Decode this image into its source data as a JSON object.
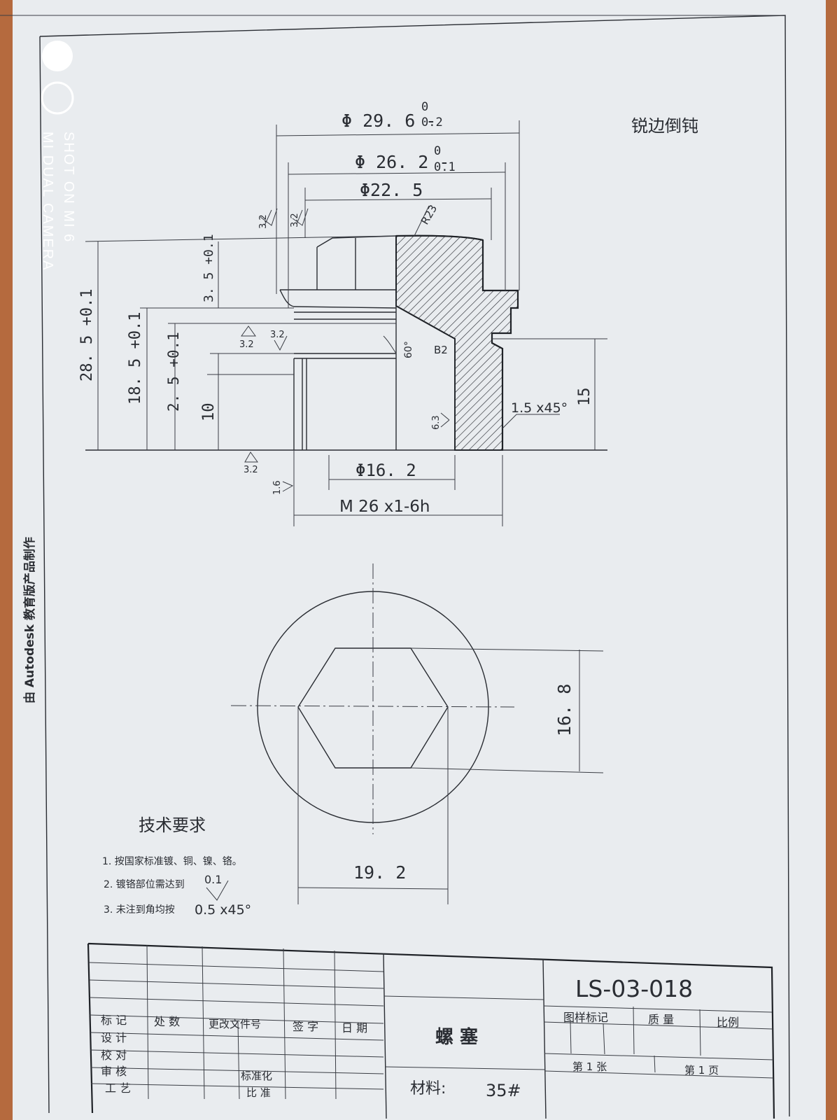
{
  "camera_watermark": "SHOT ON MI 6\nMI DUAL CAMERA",
  "side_note": "由 Autodesk 教育版产品制作",
  "corner_note": "锐边倒钝",
  "dims": {
    "d1": "Φ 29. 6 -",
    "d1_tol_top": "0",
    "d1_tol_bot": "0.2",
    "d2": "Φ 26. 2 -",
    "d2_tol_top": "0",
    "d2_tol_bot": "0.1",
    "d3": "Φ22. 5",
    "r23": "R23",
    "h285": "28. 5 +0.1",
    "h185": "18. 5 +0.1",
    "h25": "2. 5 +0.1",
    "h35": "3. 5 +0.1",
    "h10": "10",
    "h15": "15",
    "ang60": "60°",
    "b2": "B2",
    "chamfer": "1.5 x45°",
    "d162": "Φ16. 2",
    "thread": "M 26 x1-6h",
    "hex_h": "16. 8",
    "hex_w": "19. 2"
  },
  "roughness": [
    "3.2",
    "3.2",
    "3.2",
    "3.2",
    "3.2",
    "6.3",
    "1.6"
  ],
  "tech": {
    "heading": "技术要求",
    "item1": "1. 按国家标准镀、铜、镍、铬。",
    "item2": "2. 镀铬部位需达到",
    "item2_value": "0.1",
    "item3": "3. 未注到角均按",
    "item3_value": "0.5 x45°"
  },
  "title_block": {
    "row_labels": [
      "标 记",
      "处 数",
      "更改文件号",
      "签 字",
      "日 期"
    ],
    "left_labels": [
      "设 计",
      "校 对",
      "审 核",
      "工 艺"
    ],
    "standardization": "标准化",
    "approve": "比 准",
    "part_name": "螺 塞",
    "material_label": "材料:",
    "material_value": "35#",
    "drawing_number": "LS-03-018",
    "mark_label": "图样标记",
    "mass_label": "质 量",
    "scale_label": "比例",
    "sheet": "第 1 张",
    "page": "第 1 页"
  }
}
